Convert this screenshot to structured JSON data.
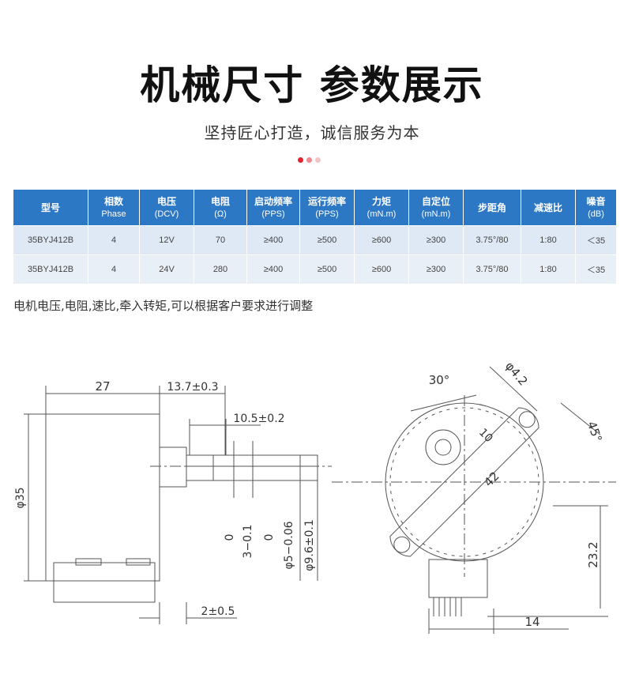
{
  "header": {
    "title": "机械尺寸 参数展示",
    "subtitle": "坚持匠心打造，诚信服务为本",
    "dot_colors": [
      "#e5232e",
      "#ef8a8e",
      "#f5c3c5"
    ]
  },
  "table": {
    "headers": [
      {
        "main": "型号",
        "sub": ""
      },
      {
        "main": "相数",
        "sub": "Phase"
      },
      {
        "main": "电压",
        "sub": "(DCV)"
      },
      {
        "main": "电阻",
        "sub": "(Ω)"
      },
      {
        "main": "启动频率",
        "sub": "(PPS)"
      },
      {
        "main": "运行频率",
        "sub": "(PPS)"
      },
      {
        "main": "力矩",
        "sub": "(mN.m)"
      },
      {
        "main": "自定位",
        "sub": "(mN.m)"
      },
      {
        "main": "步距角",
        "sub": ""
      },
      {
        "main": "减速比",
        "sub": ""
      },
      {
        "main": "噪音",
        "sub": "(dB)"
      }
    ],
    "rows": [
      [
        "35BYJ412B",
        "4",
        "12V",
        "70",
        "≥400",
        "≥500",
        "≥600",
        "≥300",
        "3.75°/80",
        "1:80",
        "＜35"
      ],
      [
        "35BYJ412B",
        "4",
        "24V",
        "280",
        "≥400",
        "≥500",
        "≥600",
        "≥300",
        "3.75°/80",
        "1:80",
        "＜35"
      ]
    ],
    "header_color": "#2d78c4"
  },
  "note": "电机电压,电阻,速比,牵入转矩,可以根据客户要求进行调整",
  "drawing": {
    "dim_27": "27",
    "dim_13_7": "13.7±0.3",
    "dim_10_5": "10.5±0.2",
    "dim_phi35": "φ35",
    "dim_0_a": "0",
    "dim_3": "3−0.1",
    "dim_0_b": "0",
    "dim_phi5": "φ5−0.06",
    "dim_phi9_6": "φ9.6±0.1",
    "dim_2": "2±0.5",
    "dim_30": "30°",
    "dim_phi4_2": "φ4.2",
    "dim_45": "45°",
    "dim_10": "10",
    "dim_42": "42",
    "dim_23_2": "23.2",
    "dim_14": "14"
  }
}
